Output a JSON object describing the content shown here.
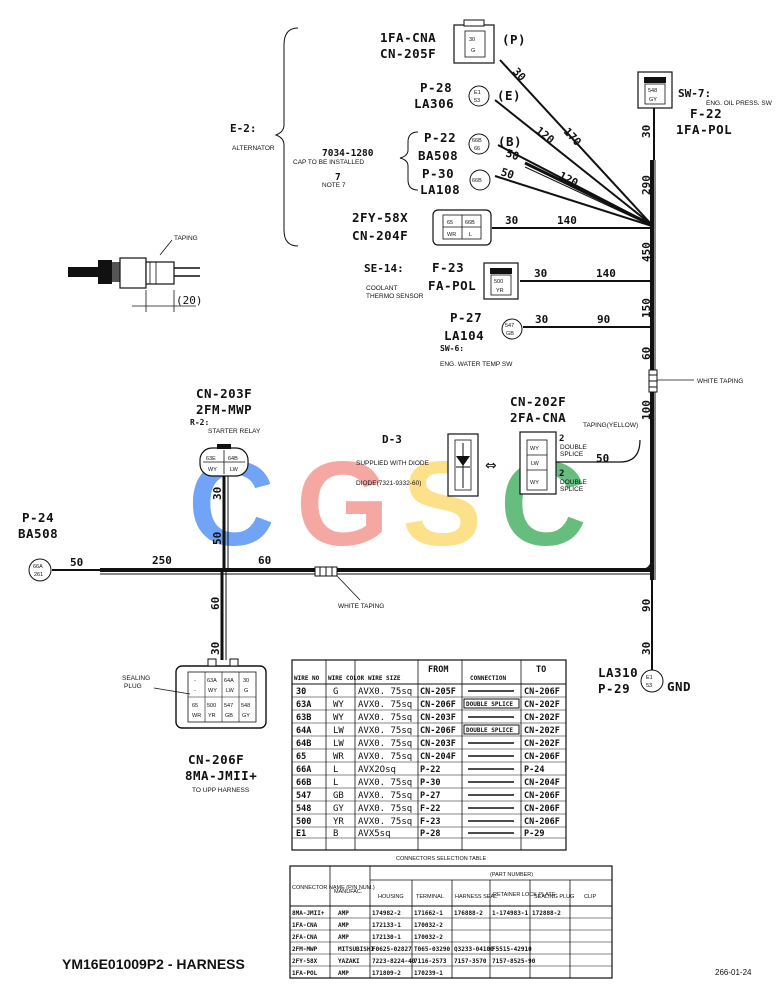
{
  "connectors": {
    "fa_cna": {
      "name": "1FA-CNA",
      "code": "CN-205F",
      "tag": "(P)",
      "pins": [
        "30",
        "G"
      ]
    },
    "p28": {
      "name": "P-28",
      "code": "LA306",
      "tag": "(E)",
      "pins": [
        "E1",
        "53"
      ]
    },
    "p22": {
      "name": "P-22",
      "code": "BA508",
      "tag": "(B)",
      "pins": [
        "66B",
        "66"
      ]
    },
    "p30": {
      "name": "P-30",
      "code": "LA108",
      "pins": [
        "66B"
      ]
    },
    "cn204": {
      "name": "2FY-58X",
      "code": "CN-204F",
      "pins": [
        "65",
        "66B",
        "WR",
        "L"
      ]
    },
    "f22": {
      "name": "F-22",
      "code": "1FA-POL",
      "sw": "SW-7:",
      "desc": "ENG. OIL PRESS. SW",
      "pins": [
        "548",
        "GY"
      ]
    },
    "f23": {
      "name": "F-23",
      "code": "FA-POL",
      "se": "SE-14:",
      "desc1": "COOLANT",
      "desc2": "THERMO SENSOR",
      "pins": [
        "500",
        "YR"
      ]
    },
    "p27": {
      "name": "P-27",
      "code": "LA104",
      "sw": "SW-6:",
      "desc": "ENG. WATER TEMP SW",
      "pins": [
        "547",
        "GB"
      ]
    },
    "cn203": {
      "name": "CN-203F",
      "code": "2FM-MWP",
      "r": "R-2:",
      "desc": "STARTER RELAY",
      "pins": [
        "63E",
        "64B",
        "WY",
        "LW"
      ]
    },
    "d3": {
      "name": "D-3",
      "desc1": "SUPPLIED WITH DIODE",
      "desc2": "DIODE(7321-9332-60)"
    },
    "cn202": {
      "name": "CN-202F",
      "code": "2FA-CNA",
      "pins": [
        "WY",
        "LW",
        "WY"
      ],
      "double": "2",
      "splice1": "DOUBLE",
      "splice2": "SPLICE",
      "taping": "TAPING(YELLOW)"
    },
    "p24": {
      "name": "P-24",
      "code": "BA508",
      "pins": [
        "66A",
        "261"
      ]
    },
    "cn206": {
      "name": "CN-206F",
      "code": "8MA-JMII+",
      "desc": "TO UPP HARNESS",
      "plug1": "SEALING",
      "plug2": "PLUG",
      "pins": [
        "-",
        "63A",
        "64A",
        "30",
        "-",
        "WY",
        "LW",
        "G",
        "65",
        "500",
        "547",
        "548",
        "WR",
        "YR",
        "GB",
        "GY"
      ]
    },
    "p29": {
      "name": "LA310",
      "code": "P-29",
      "gnd": "GND",
      "pins": [
        "E1",
        "53"
      ]
    }
  },
  "e2": {
    "tag": "E-2:",
    "desc": "ALTERNATOR",
    "cap_no": "7034-1280",
    "cap_desc": "CAP TO BE INSTALLED",
    "note_no": "7",
    "note_desc": "NOTE 7"
  },
  "taping": {
    "label": "TAPING",
    "dim": "(20)"
  },
  "wire_labels": [
    "30",
    "170",
    "120",
    "50",
    "120",
    "50",
    "30",
    "140",
    "30",
    "140",
    "30",
    "90",
    "30",
    "290",
    "450",
    "150",
    "60",
    "100",
    "50",
    "30",
    "50",
    "250",
    "60",
    "50",
    "60",
    "30",
    "90",
    "30"
  ],
  "white_taping": "WHITE TAPING",
  "wire_table": {
    "headers": [
      "WIRE NO",
      "WIRE COLOR",
      "WIRE SIZE",
      "FROM",
      "CONNECTION",
      "TO"
    ],
    "rows": [
      [
        "30",
        "G",
        "AVX0. 75sq",
        "CN-205F",
        "",
        "CN-206F"
      ],
      [
        "63A",
        "WY",
        "AVX0. 75sq",
        "CN-206F",
        "DOUBLE SPLICE",
        "CN-202F"
      ],
      [
        "63B",
        "WY",
        "AVX0. 75sq",
        "CN-203F",
        "",
        "CN-202F"
      ],
      [
        "64A",
        "LW",
        "AVX0. 75sq",
        "CN-206F",
        "DOUBLE SPLICE",
        "CN-202F"
      ],
      [
        "64B",
        "LW",
        "AVX0. 75sq",
        "CN-203F",
        "",
        "CN-202F"
      ],
      [
        "65",
        "WR",
        "AVX0. 75sq",
        "CN-204F",
        "",
        "CN-206F"
      ],
      [
        "66A",
        "L",
        "AVX2Osq",
        "P-22",
        "",
        "P-24"
      ],
      [
        "66B",
        "L",
        "AVX0. 75sq",
        "P-30",
        "",
        "CN-204F"
      ],
      [
        "547",
        "GB",
        "AVX0. 75sq",
        "P-27",
        "",
        "CN-206F"
      ],
      [
        "548",
        "GY",
        "AVX0. 75sq",
        "F-22",
        "",
        "CN-206F"
      ],
      [
        "500",
        "YR",
        "AVX0. 75sq",
        "F-23",
        "",
        "CN-206F"
      ],
      [
        "E1",
        "B",
        "AVX5sq",
        "P-28",
        "",
        "P-29"
      ]
    ],
    "caption": "CONNECTORS SELECTION TABLE"
  },
  "conn_table": {
    "group": "(PART NUMBER)",
    "headers": [
      "CONNECTOR NAME (P/N NUM.)",
      "MANUFAC.",
      "HOUSING",
      "TERMINAL",
      "HARNESS SEAL",
      "RETAINER LOCK PLATE",
      "SEALING PLUG",
      "CLIP"
    ],
    "rows": [
      [
        "8MA-JMII+",
        "AMP",
        "174982-2",
        "171662-1",
        "176888-2",
        "1-174983-1",
        "172888-2",
        ""
      ],
      [
        "1FA-CNA",
        "AMP",
        "172133-1",
        "170032-2",
        "",
        "",
        "",
        ""
      ],
      [
        "2FA-CNA",
        "AMP",
        "172130-1",
        "170032-2",
        "",
        "",
        "",
        ""
      ],
      [
        "2FM-MWP",
        "MITSUBISHI",
        "F0625-02827",
        "T065-03290",
        "Q3233-04100",
        "F5515-42910",
        "",
        ""
      ],
      [
        "2FY-58X",
        "YAZAKI",
        "7223-8224-40",
        "7116-2573",
        "7157-3570",
        "7157-8525-90",
        "",
        ""
      ],
      [
        "1FA-POL",
        "AMP",
        "171809-2",
        "170239-1",
        "",
        "",
        "",
        ""
      ]
    ]
  },
  "footer": {
    "title": "YM16E01009P2 - HARNESS",
    "page": "266-01-24"
  },
  "watermark": {
    "letters": [
      "C",
      "G",
      "S",
      "C"
    ],
    "colors": [
      "#4285f4",
      "#f28b82",
      "#fdd663",
      "#34a853"
    ]
  }
}
